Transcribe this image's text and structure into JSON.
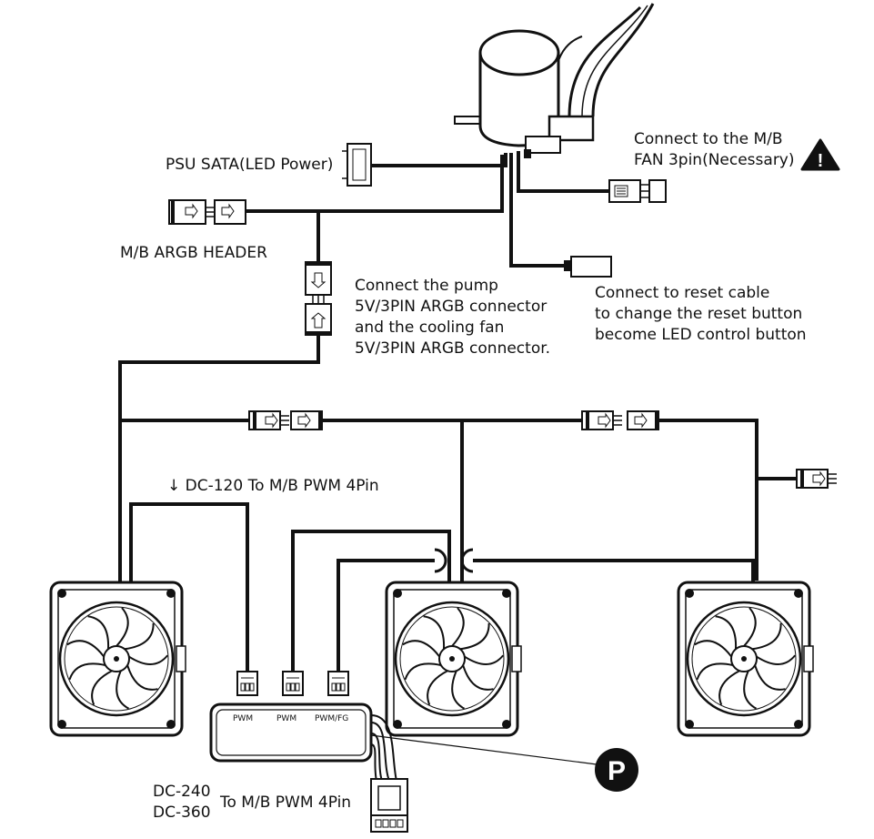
{
  "labels": {
    "psu_sata": "PSU SATA(LED Power)",
    "mb_argb": "M/B ARGB HEADER",
    "fan3pin_l1": "Connect to the M/B",
    "fan3pin_l2": "FAN 3pin(Necessary)",
    "pump_l1": "Connect the pump",
    "pump_l2": "5V/3PIN ARGB connector",
    "pump_l3": "and the cooling fan",
    "pump_l4": "5V/3PIN ARGB connector.",
    "reset_l1": "Connect to reset cable",
    "reset_l2": "to change the reset button",
    "reset_l3": "become LED control button",
    "dc120": "↓ DC-120 To M/B PWM 4Pin",
    "dc240": "DC-240",
    "dc360": "DC-360",
    "to_mb_pwm": "To M/B PWM 4Pin",
    "hub_pwm1": "PWM",
    "hub_pwm2": "PWM",
    "hub_pwmfg": "PWM/FG",
    "p_badge": "P",
    "warning_glyph": "!"
  },
  "icons": [
    "warning-icon",
    "pump-block",
    "fan-icon",
    "p-badge"
  ],
  "colors": {
    "line": "#111111",
    "background": "#ffffff"
  }
}
